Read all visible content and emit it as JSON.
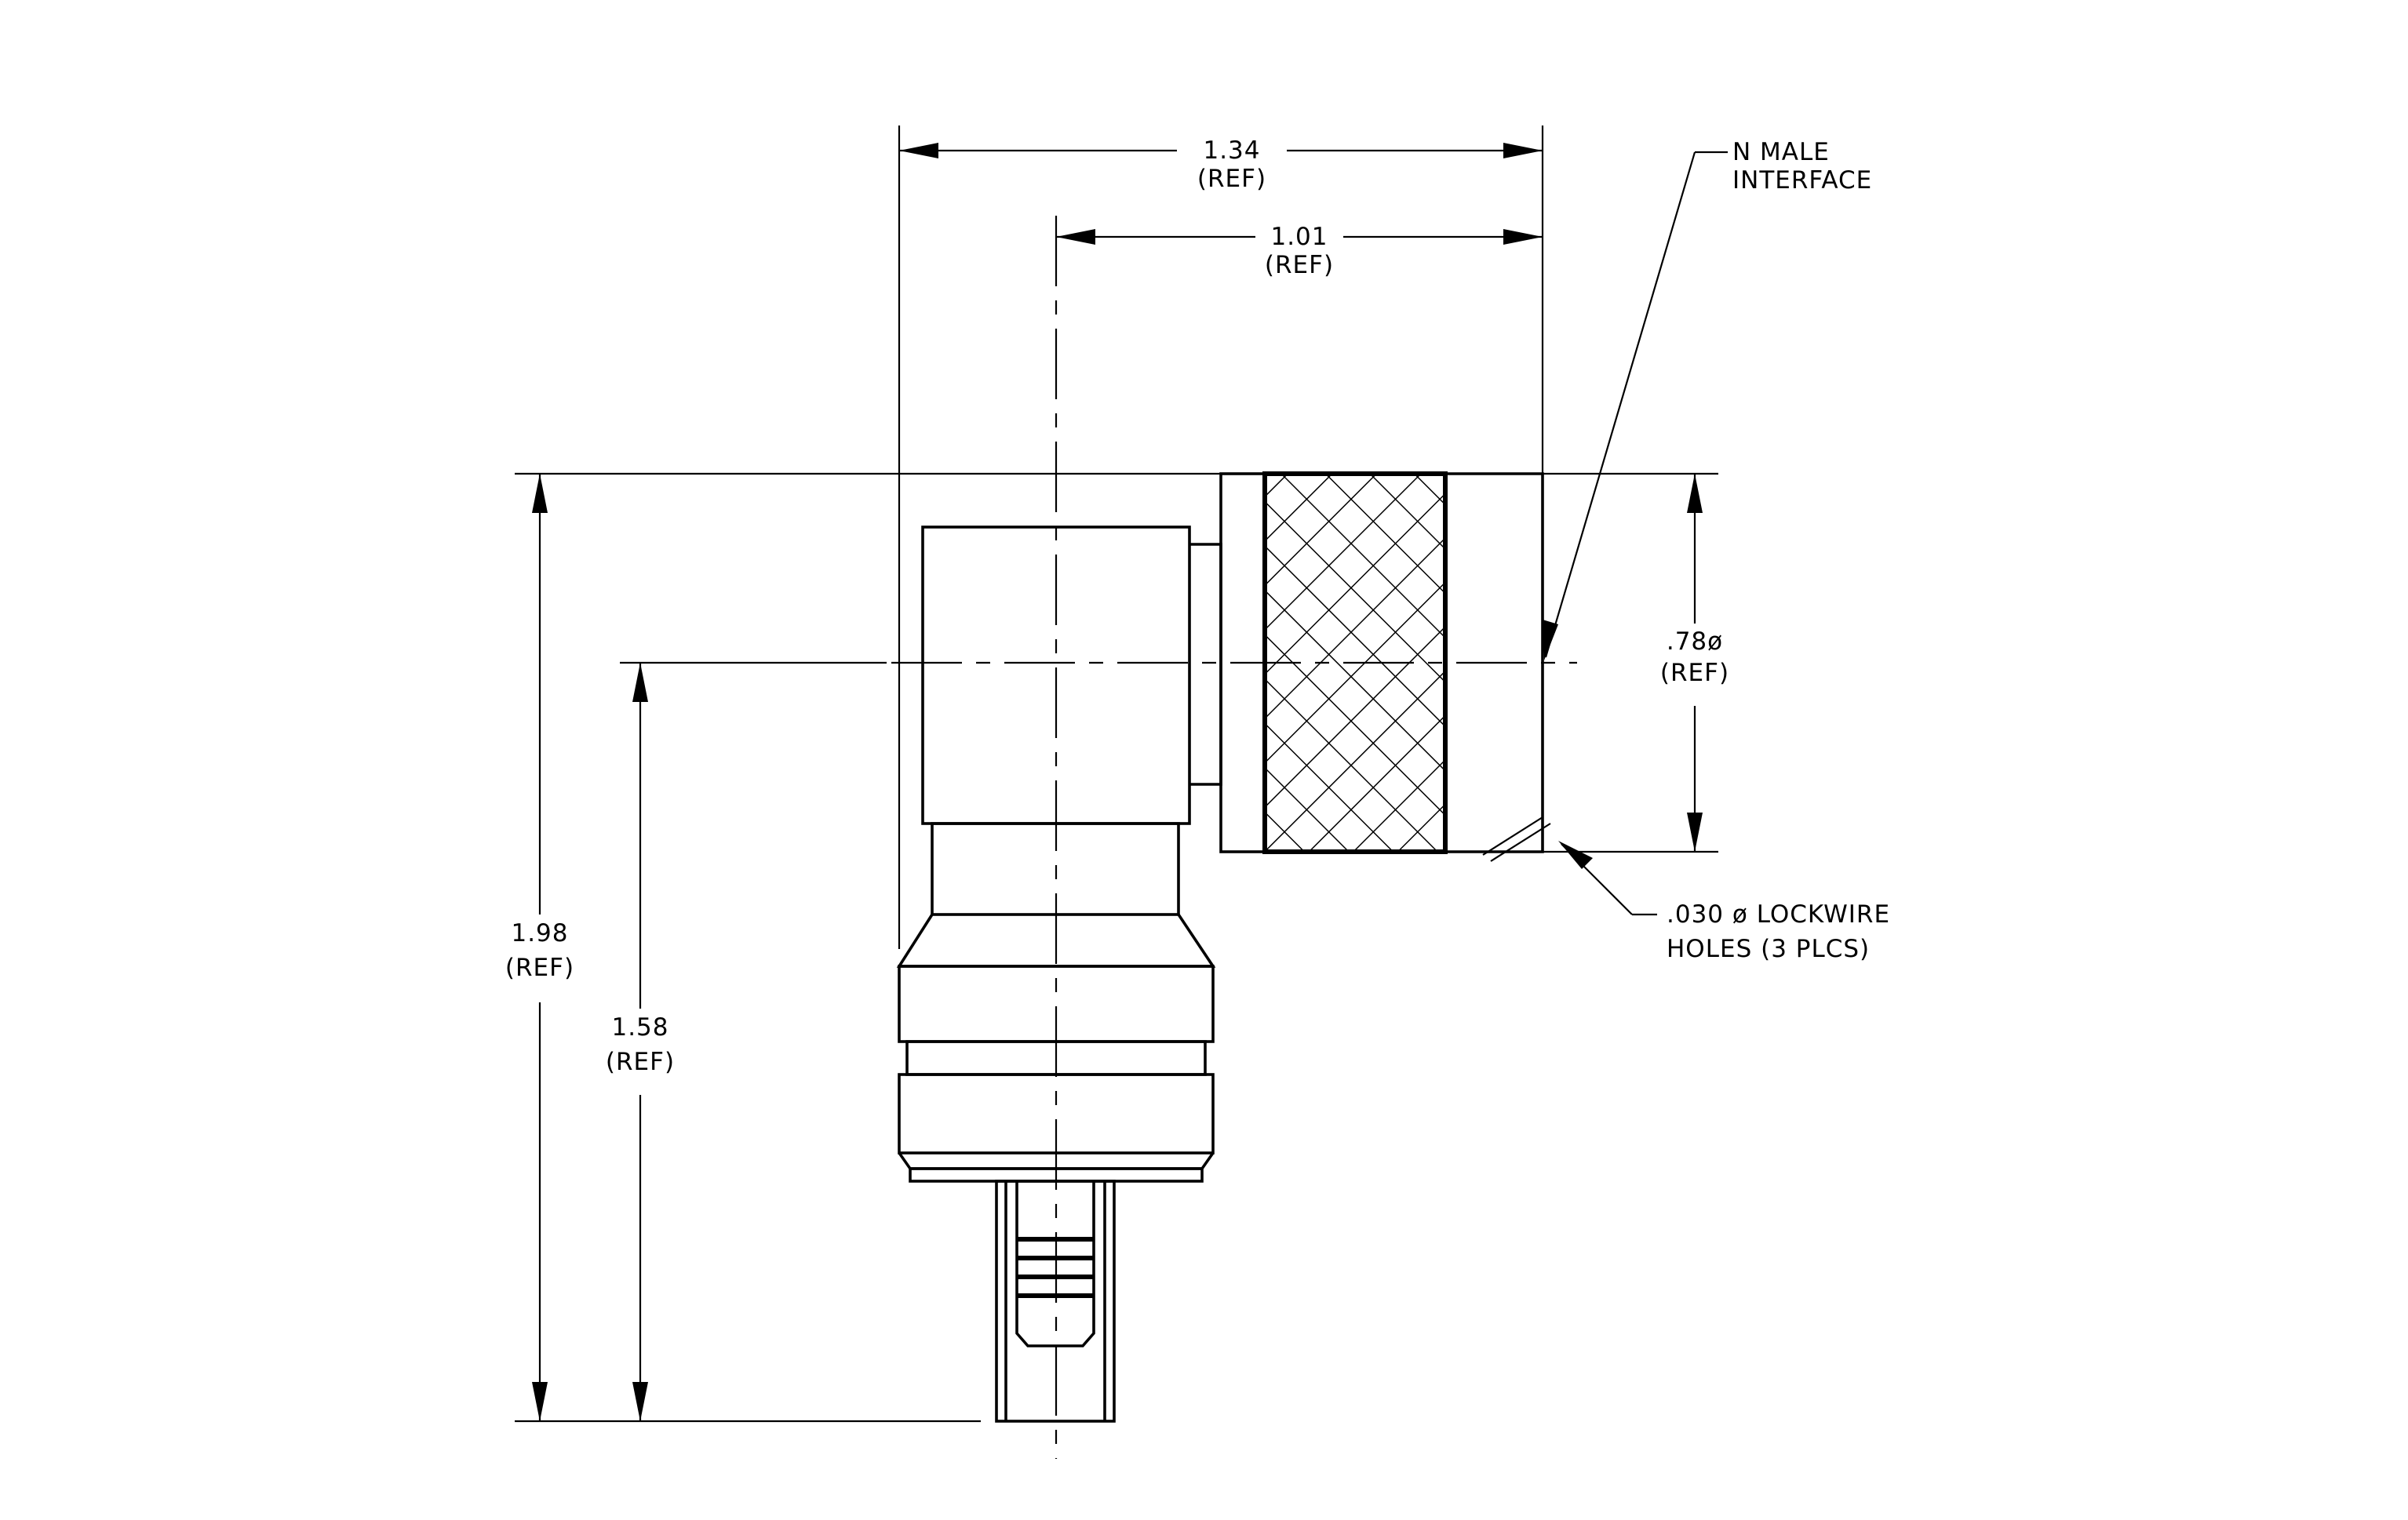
{
  "dimensions": {
    "width_overall": {
      "value": "1.34",
      "note": "(REF)"
    },
    "width_center": {
      "value": "1.01",
      "note": "(REF)"
    },
    "height_overall": {
      "value": "1.98",
      "note": "(REF)"
    },
    "height_center": {
      "value": "1.58",
      "note": "(REF)"
    },
    "coupling_diameter": {
      "value": ".78ø",
      "note": "(REF)"
    }
  },
  "callouts": {
    "interface": {
      "line1": "N  MALE",
      "line2": "INTERFACE"
    },
    "lockwire": {
      "line1": ".030  ø  LOCKWIRE",
      "line2": "HOLES  (3  PLCS)"
    }
  }
}
